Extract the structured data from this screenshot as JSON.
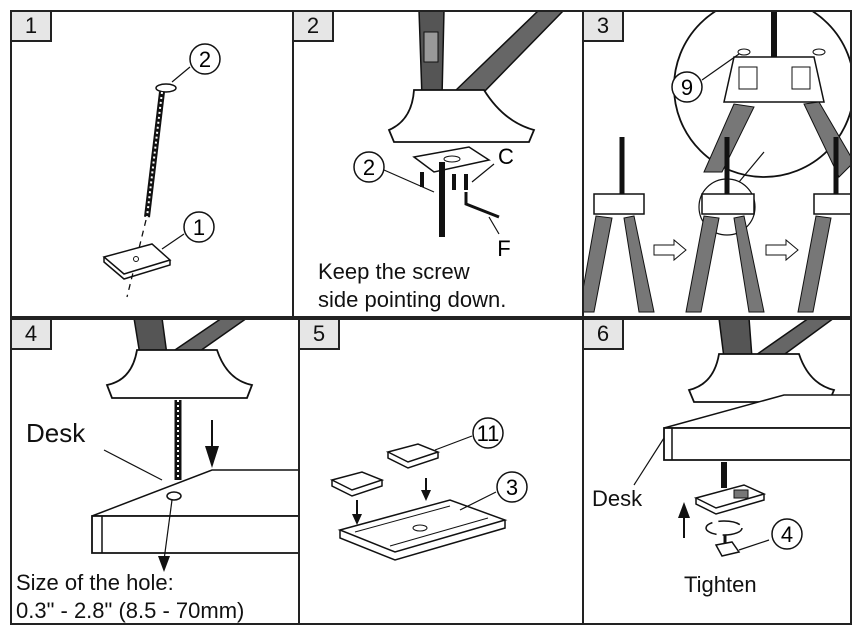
{
  "panels": [
    {
      "step": "1",
      "callouts": [
        "2",
        "1"
      ]
    },
    {
      "step": "2",
      "callouts": [
        "2",
        "C",
        "F"
      ],
      "note_line1": "Keep the screw",
      "note_line2": "side pointing down."
    },
    {
      "step": "3",
      "callouts": [
        "9"
      ]
    },
    {
      "step": "4",
      "desk_label": "Desk",
      "hole_line1": "Size of the hole:",
      "hole_line2": "0.3\" - 2.8\" (8.5 - 70mm)"
    },
    {
      "step": "5",
      "callouts": [
        "11",
        "3"
      ]
    },
    {
      "step": "6",
      "desk_label": "Desk",
      "callouts": [
        "4"
      ],
      "action_label": "Tighten"
    }
  ]
}
